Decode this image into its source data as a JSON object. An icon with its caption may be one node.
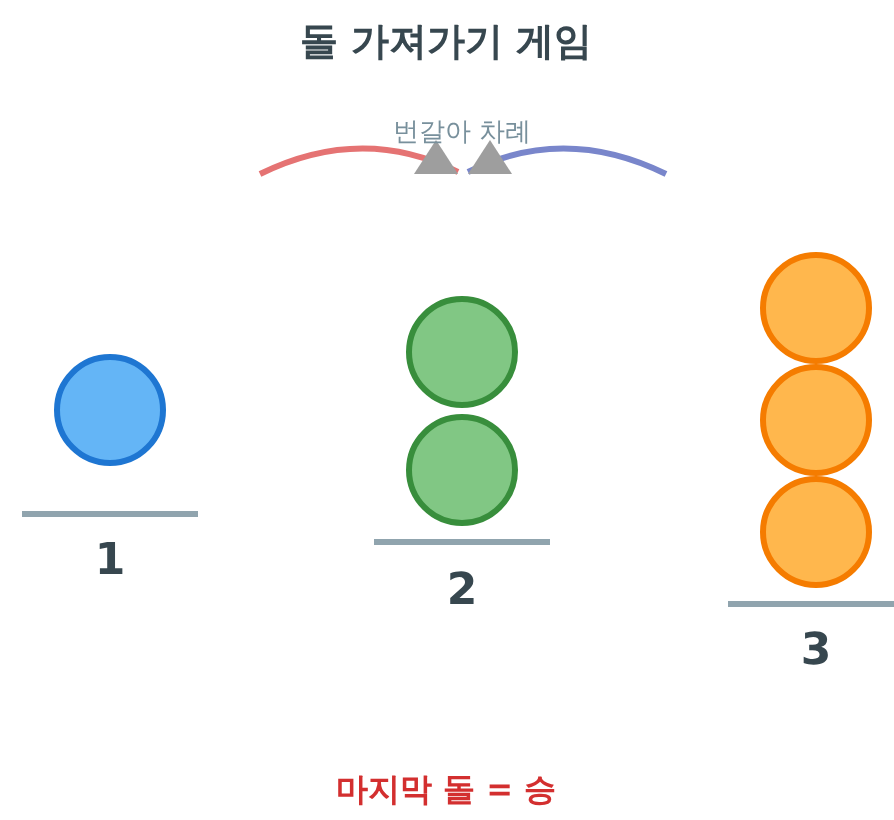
{
  "diagram": {
    "title": "돌 가져가기 게임",
    "nodes": [
      {
        "text": [],
        "shape": "circle"
      },
      {
        "text": [],
        "shape": "circle"
      },
      {
        "text": [],
        "shape": "circle"
      },
      {
        "text": [],
        "shape": "circle"
      },
      {
        "text": [],
        "shape": "circle"
      },
      {
        "text": [],
        "shape": "circle"
      }
    ],
    "labels": [
      "번갈아 차례",
      "1",
      "2",
      "3",
      "마지막 돌 = 승"
    ]
  }
}
